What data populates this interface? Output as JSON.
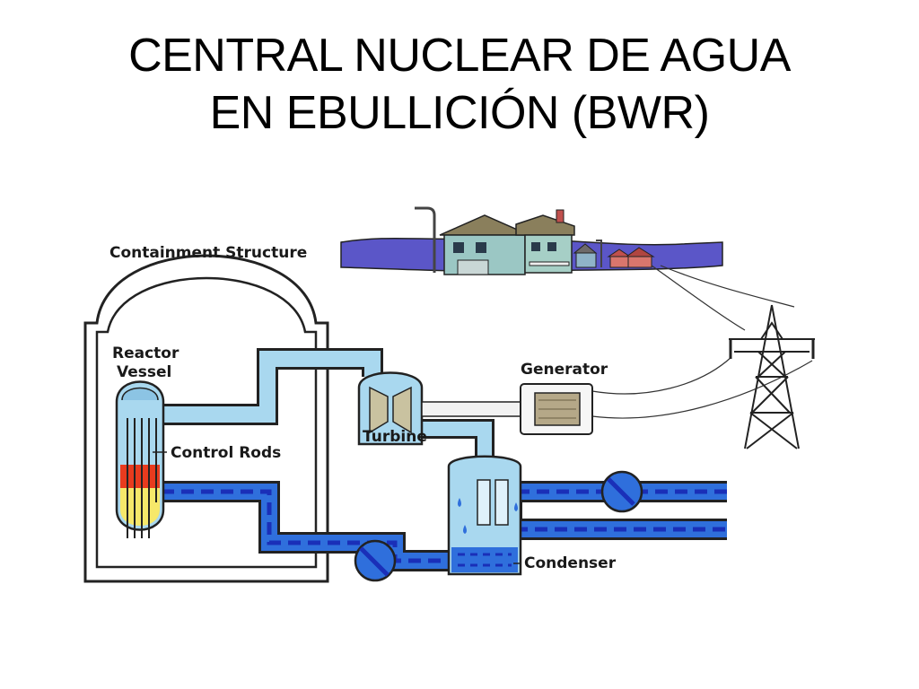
{
  "title": {
    "line1": "CENTRAL NUCLEAR DE AGUA",
    "line2": "EN EBULLICIÓN (BWR)"
  },
  "labels": {
    "containment": "Containment Structure",
    "reactor_line1": "Reactor",
    "reactor_line2": "Vessel",
    "control_rods": "Control Rods",
    "generator": "Generator",
    "turbine": "Turbine",
    "condenser": "Condenser"
  },
  "colors": {
    "steam": "#a9d8ef",
    "water": "#2f6fdc",
    "water_dash": "#1f3fd0",
    "sky": "#5b56c8",
    "fuel_hot": "#e83b1e",
    "fuel_warm": "#f6e86a",
    "outline": "#222222"
  }
}
